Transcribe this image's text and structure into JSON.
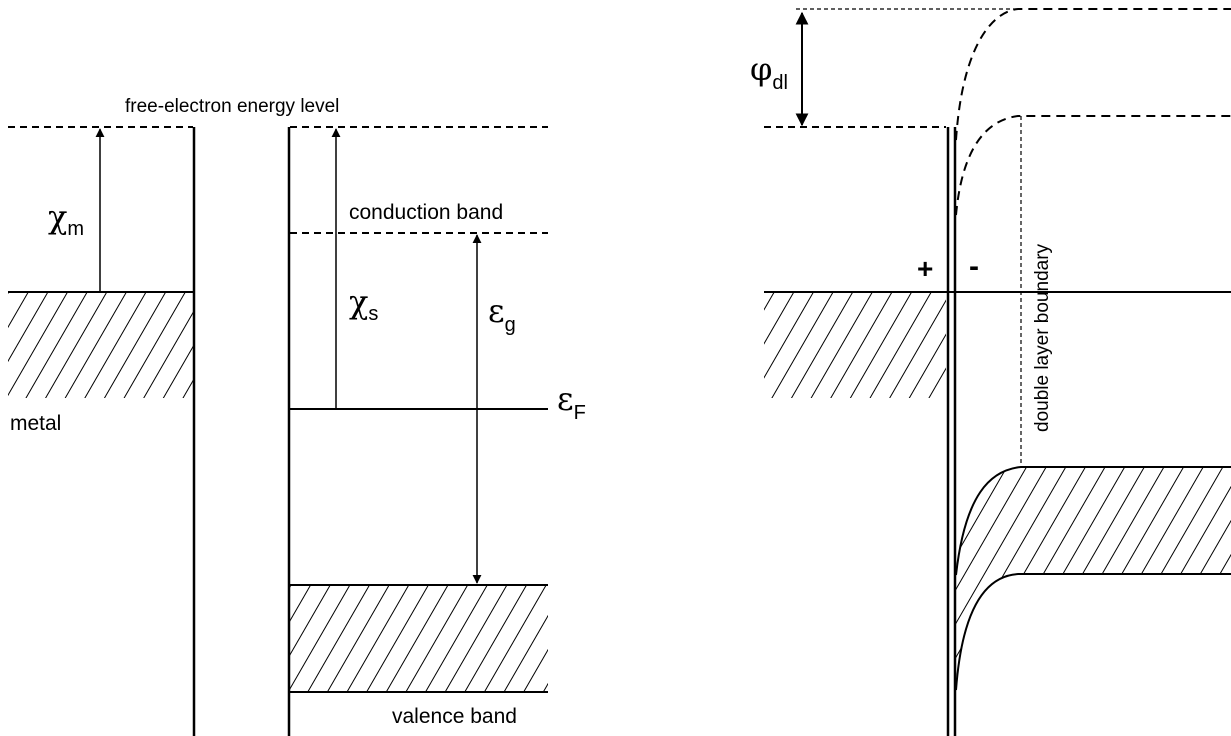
{
  "labels": {
    "free_electron": "free-electron energy level",
    "conduction_band": "conduction band",
    "valence_band": "valence band",
    "metal": "metal",
    "double_layer_boundary": "double layer boundary"
  },
  "symbols": {
    "chi_m": {
      "base": "χ",
      "sub": "m"
    },
    "chi_s": {
      "base": "χ",
      "sub": "s"
    },
    "eps_g": {
      "base": "ε",
      "sub": "g"
    },
    "eps_F": {
      "base": "ε",
      "sub": "F"
    },
    "phi_dl": {
      "base": "φ",
      "sub": "dl"
    }
  },
  "charges": {
    "plus": "+",
    "minus": "-"
  }
}
